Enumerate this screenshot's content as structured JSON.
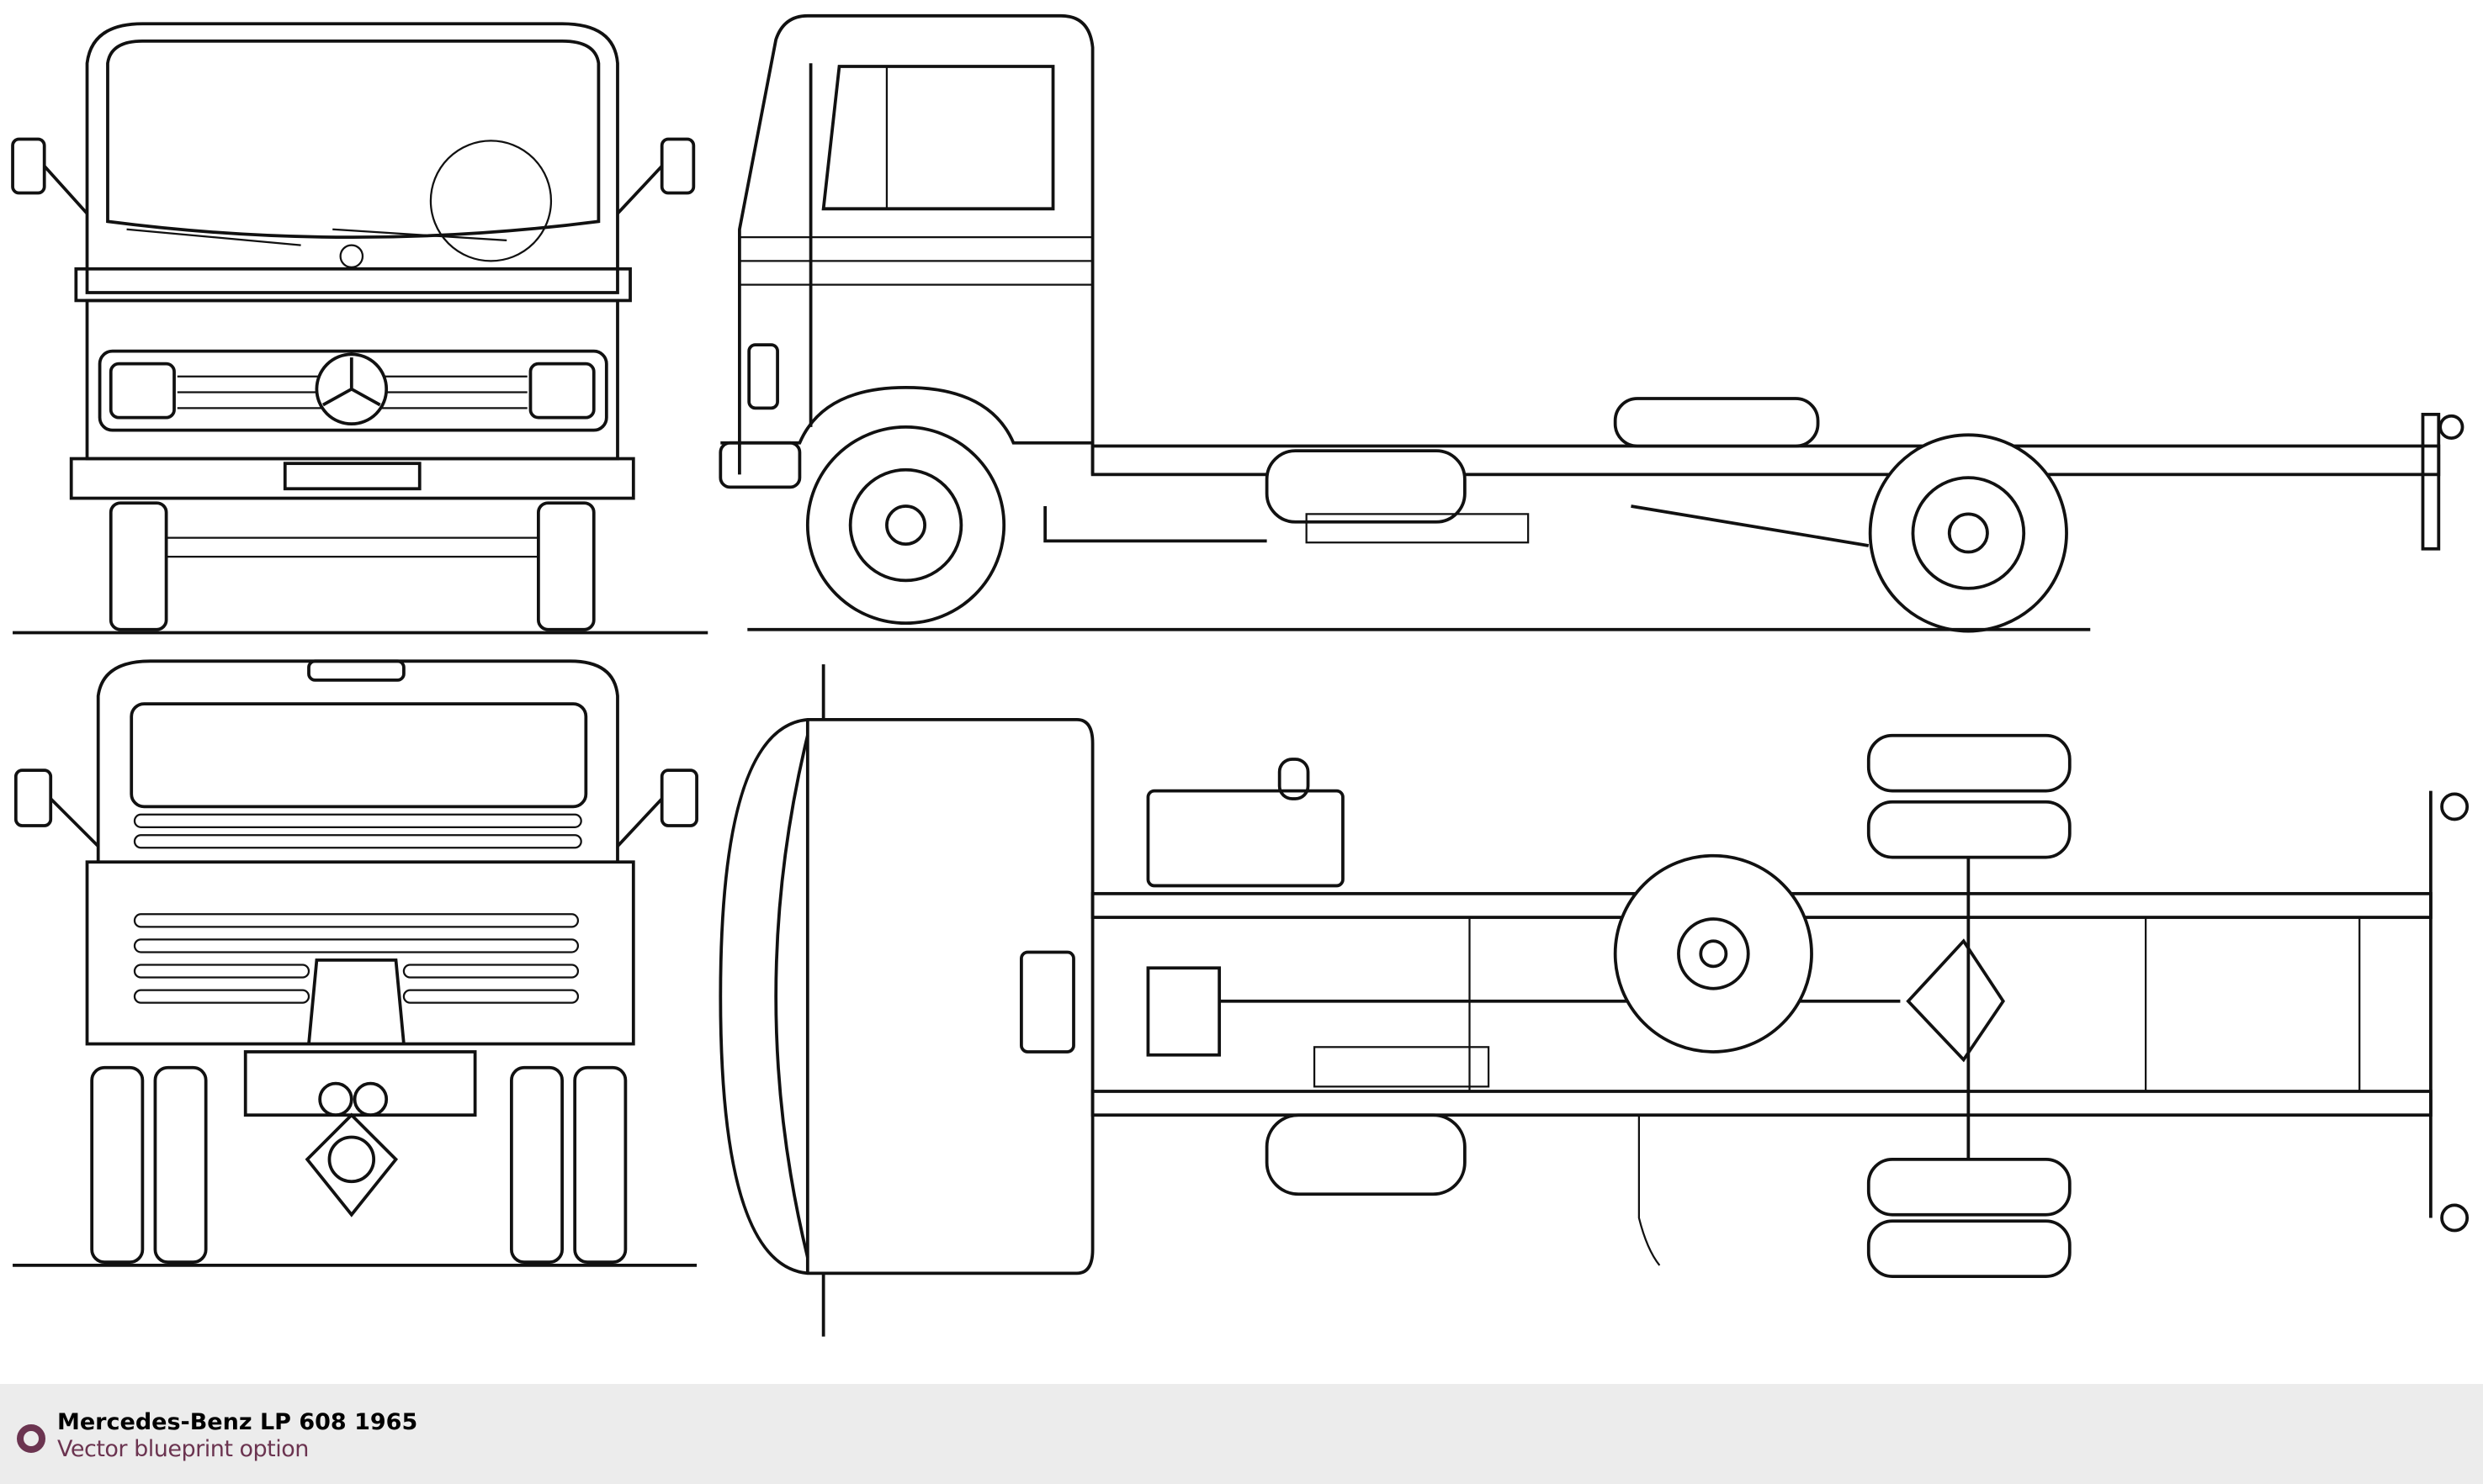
{
  "footer": {
    "title": "Mercedes-Benz LP 608 1965",
    "subtitle": "Vector blueprint option",
    "accent_color": "#6b3450"
  },
  "views": [
    "front-view",
    "side-view",
    "rear-view",
    "top-view"
  ]
}
